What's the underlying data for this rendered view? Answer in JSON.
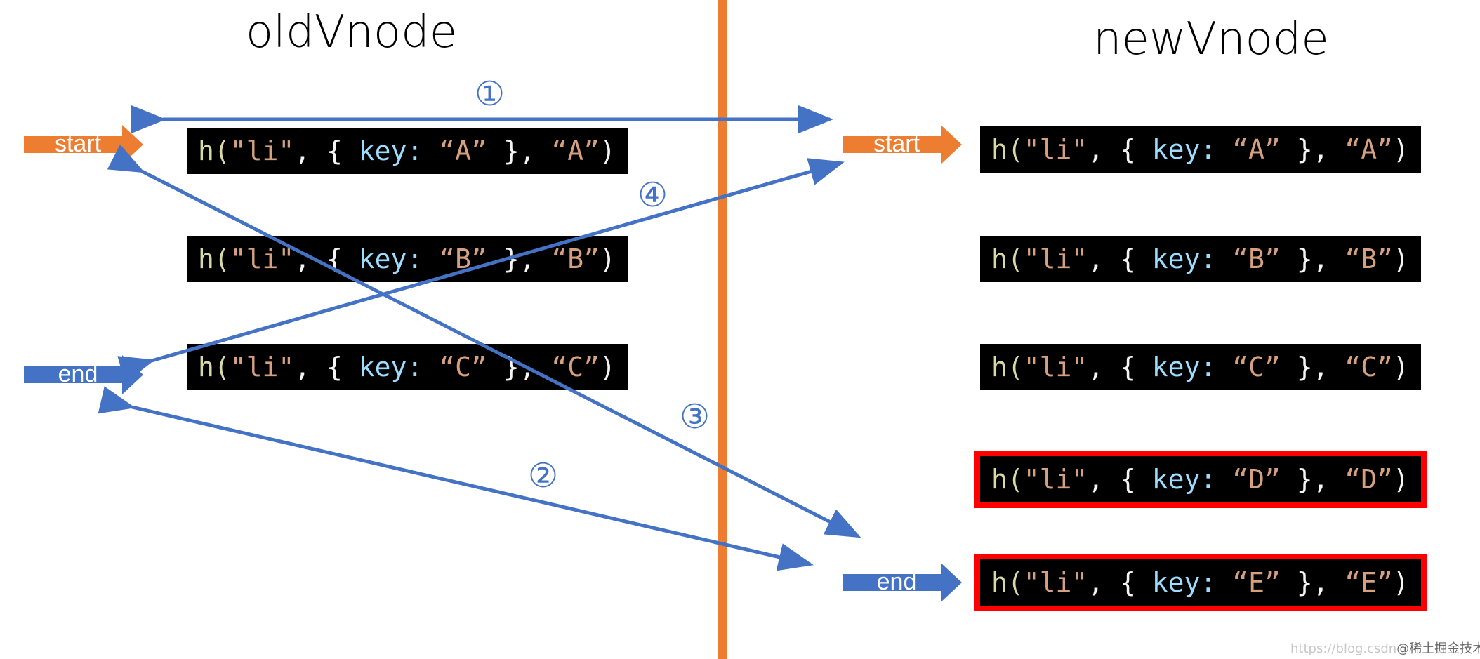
{
  "titles": {
    "old": "oldVnode",
    "new": "newVnode"
  },
  "pointers": {
    "start_label": "start",
    "end_label": "end",
    "start_color": "#ed7d31",
    "end_color": "#4472c4"
  },
  "old_nodes": [
    {
      "fn": "h(",
      "tag": "\"li\"",
      "sep1": ", { ",
      "key_word": "key:",
      "key_val": " “A” ",
      "sep2": "}, ",
      "text": "“A”",
      "close": ")"
    },
    {
      "fn": "h(",
      "tag": "\"li\"",
      "sep1": ", { ",
      "key_word": "key:",
      "key_val": " “B” ",
      "sep2": "}, ",
      "text": "“B”",
      "close": ")"
    },
    {
      "fn": "h(",
      "tag": "\"li\"",
      "sep1": ", { ",
      "key_word": "key:",
      "key_val": " “C” ",
      "sep2": "}, ",
      "text": "“C”",
      "close": ")"
    }
  ],
  "new_nodes": [
    {
      "fn": "h(",
      "tag": "\"li\"",
      "sep1": ", { ",
      "key_word": "key:",
      "key_val": " “A” ",
      "sep2": "}, ",
      "text": "“A”",
      "close": ")",
      "highlight": false
    },
    {
      "fn": "h(",
      "tag": "\"li\"",
      "sep1": ", { ",
      "key_word": "key:",
      "key_val": " “B” ",
      "sep2": "}, ",
      "text": "“B”",
      "close": ")",
      "highlight": false
    },
    {
      "fn": "h(",
      "tag": "\"li\"",
      "sep1": ", { ",
      "key_word": "key:",
      "key_val": " “C” ",
      "sep2": "}, ",
      "text": "“C”",
      "close": ")",
      "highlight": false
    },
    {
      "fn": "h(",
      "tag": "\"li\"",
      "sep1": ", { ",
      "key_word": "key:",
      "key_val": " “D” ",
      "sep2": "}, ",
      "text": "“D”",
      "close": ")",
      "highlight": true
    },
    {
      "fn": "h(",
      "tag": "\"li\"",
      "sep1": ", { ",
      "key_word": "key:",
      "key_val": " “E” ",
      "sep2": "}, ",
      "text": "“E”",
      "close": ")",
      "highlight": true
    }
  ],
  "comparison_steps": [
    "①",
    "②",
    "③",
    "④"
  ],
  "colors": {
    "divider": "#ed7d31",
    "arrow": "#4472c4",
    "highlight_border": "#ff0000"
  },
  "watermark": {
    "faint": "https://blog.csdn",
    "main": "@稀土掘金技术社区"
  }
}
